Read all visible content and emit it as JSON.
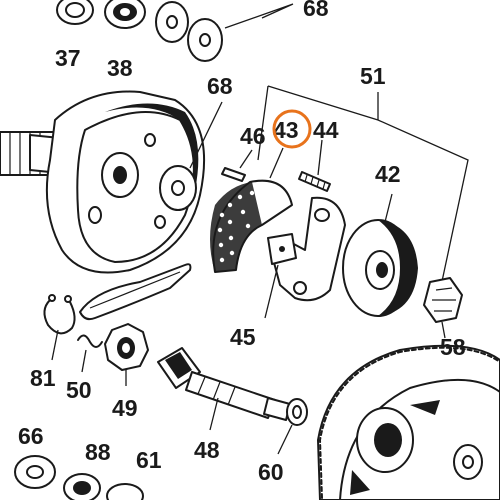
{
  "callouts": [
    {
      "id": "37",
      "text": "37"
    },
    {
      "id": "38",
      "text": "38"
    },
    {
      "id": "68a",
      "text": "68"
    },
    {
      "id": "68b",
      "text": "68"
    },
    {
      "id": "51",
      "text": "51"
    },
    {
      "id": "46",
      "text": "46"
    },
    {
      "id": "43",
      "text": "43"
    },
    {
      "id": "44",
      "text": "44"
    },
    {
      "id": "42",
      "text": "42"
    },
    {
      "id": "45",
      "text": "45"
    },
    {
      "id": "58",
      "text": "58"
    },
    {
      "id": "81",
      "text": "81"
    },
    {
      "id": "50",
      "text": "50"
    },
    {
      "id": "49",
      "text": "49"
    },
    {
      "id": "48",
      "text": "48"
    },
    {
      "id": "66",
      "text": "66"
    },
    {
      "id": "88",
      "text": "88"
    },
    {
      "id": "61",
      "text": "61"
    },
    {
      "id": "60",
      "text": "60"
    }
  ],
  "highlight": {
    "target": "43",
    "color": "#e8731c"
  },
  "colors": {
    "ink": "#1a1a1a",
    "paper": "#ffffff"
  }
}
